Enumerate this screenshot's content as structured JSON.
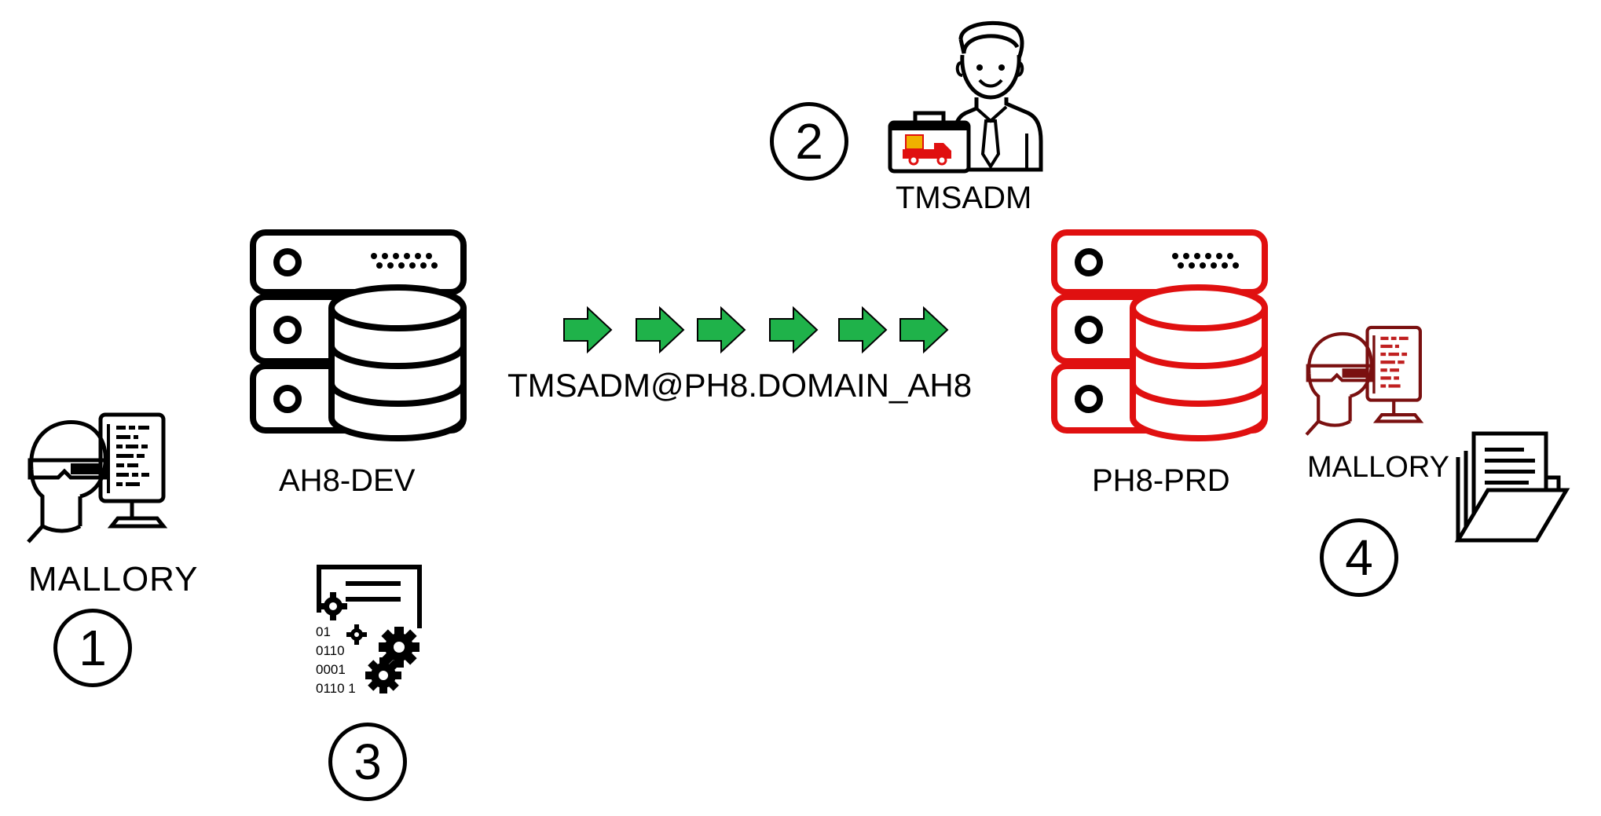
{
  "diagram": {
    "steps": [
      "1",
      "2",
      "3",
      "4"
    ],
    "nodes": {
      "attacker_left": {
        "label": "MALLORY"
      },
      "admin": {
        "label": "TMSADM"
      },
      "dev_server": {
        "label": "AH8-DEV"
      },
      "prd_server": {
        "label": "PH8-PRD"
      },
      "attacker_right": {
        "label": "MALLORY"
      }
    },
    "connection": {
      "label": "TMSADM@PH8.DOMAIN_AH8",
      "arrow_count": 6
    },
    "program_icon_text": [
      "01",
      "0110",
      "0001",
      "0110 1"
    ],
    "colors": {
      "default_stroke": "#000000",
      "compromised": "#e01010",
      "compromised_attacker": "#7a1010",
      "arrow": "#1fb24a",
      "truck": "#e01010",
      "truck_box": "#f0b000"
    }
  }
}
